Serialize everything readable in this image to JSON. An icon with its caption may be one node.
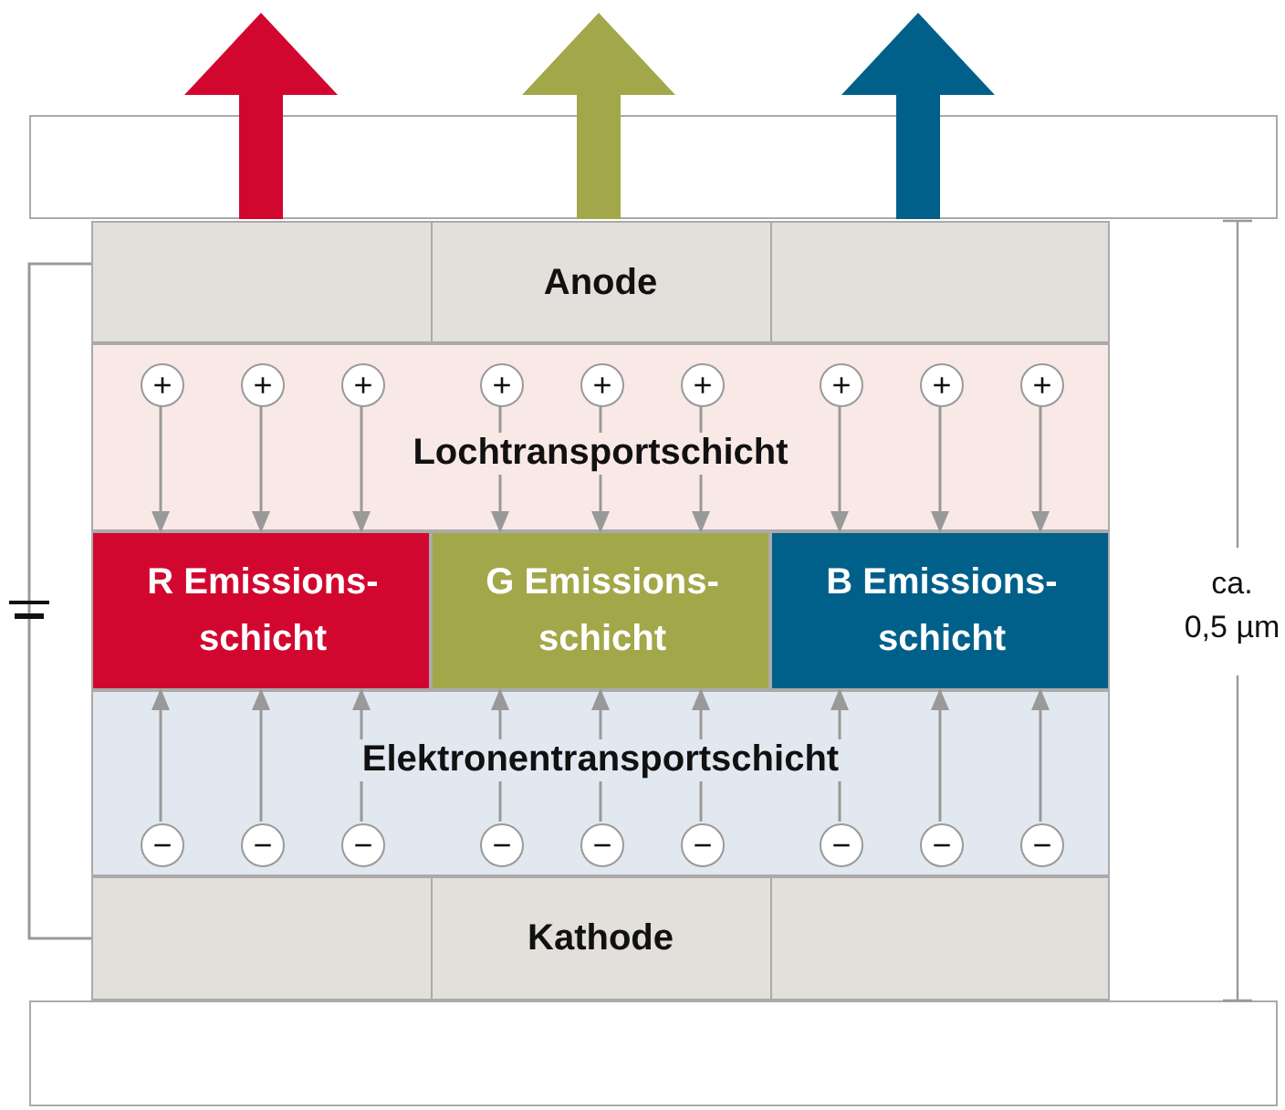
{
  "diagram": {
    "nodes": [
      {
        "text": [],
        "shape": "box"
      },
      {
        "text": [
          "Anode"
        ]
      },
      {
        "text": [
          "Lochtransportschicht"
        ]
      },
      {
        "text": [
          "+"
        ],
        "in": 2
      },
      {
        "text": [
          "+"
        ],
        "in": 2
      },
      {
        "text": [
          "+"
        ],
        "in": 2
      },
      {
        "text": [
          "+"
        ],
        "in": 2
      },
      {
        "text": [
          "+"
        ],
        "in": 2
      },
      {
        "text": [
          "+"
        ],
        "in": 2
      },
      {
        "text": [
          "+"
        ],
        "in": 2
      },
      {
        "text": [
          "+"
        ],
        "in": 2
      },
      {
        "text": [
          "+"
        ],
        "in": 2
      },
      {
        "text": [
          "R Emissions-schicht"
        ]
      },
      {
        "text": [
          "G Emissions-schicht"
        ]
      },
      {
        "text": [
          "B Emissions-schicht"
        ]
      },
      {
        "text": [
          "Elektronentransportschicht"
        ]
      },
      {
        "text": [
          "−"
        ],
        "in": 15
      },
      {
        "text": [
          "−"
        ],
        "in": 15
      },
      {
        "text": [
          "−"
        ],
        "in": 15
      },
      {
        "text": [
          "−"
        ],
        "in": 15
      },
      {
        "text": [
          "−"
        ],
        "in": 15
      },
      {
        "text": [
          "−"
        ],
        "in": 15
      },
      {
        "text": [
          "−"
        ],
        "in": 15
      },
      {
        "text": [
          "−"
        ],
        "in": 15
      },
      {
        "text": [
          "−"
        ],
        "in": 15
      },
      {
        "text": [
          "Kathode"
        ]
      },
      {
        "text": [],
        "shape": "box"
      }
    ],
    "edges": [
      {
        "from": 3,
        "to": 12,
        "arrow": "to"
      },
      {
        "from": 4,
        "to": 12,
        "arrow": "to"
      },
      {
        "from": 5,
        "to": 12,
        "arrow": "to"
      },
      {
        "from": 6,
        "to": 13,
        "arrow": "to"
      },
      {
        "from": 7,
        "to": 13,
        "arrow": "to"
      },
      {
        "from": 8,
        "to": 13,
        "arrow": "to"
      },
      {
        "from": 9,
        "to": 14,
        "arrow": "to"
      },
      {
        "from": 10,
        "to": 14,
        "arrow": "to"
      },
      {
        "from": 11,
        "to": 14,
        "arrow": "to"
      },
      {
        "from": 16,
        "to": 12,
        "arrow": "to"
      },
      {
        "from": 17,
        "to": 12,
        "arrow": "to"
      },
      {
        "from": 18,
        "to": 12,
        "arrow": "to"
      },
      {
        "from": 19,
        "to": 13,
        "arrow": "to"
      },
      {
        "from": 20,
        "to": 13,
        "arrow": "to"
      },
      {
        "from": 21,
        "to": 13,
        "arrow": "to"
      },
      {
        "from": 22,
        "to": 14,
        "arrow": "to"
      },
      {
        "from": 23,
        "to": 14,
        "arrow": "to"
      },
      {
        "from": 24,
        "to": 14,
        "arrow": "to"
      },
      {
        "from": 1,
        "to": 25,
        "arrow": "none"
      }
    ],
    "labels": [
      "ca. 0,5 µm"
    ]
  }
}
